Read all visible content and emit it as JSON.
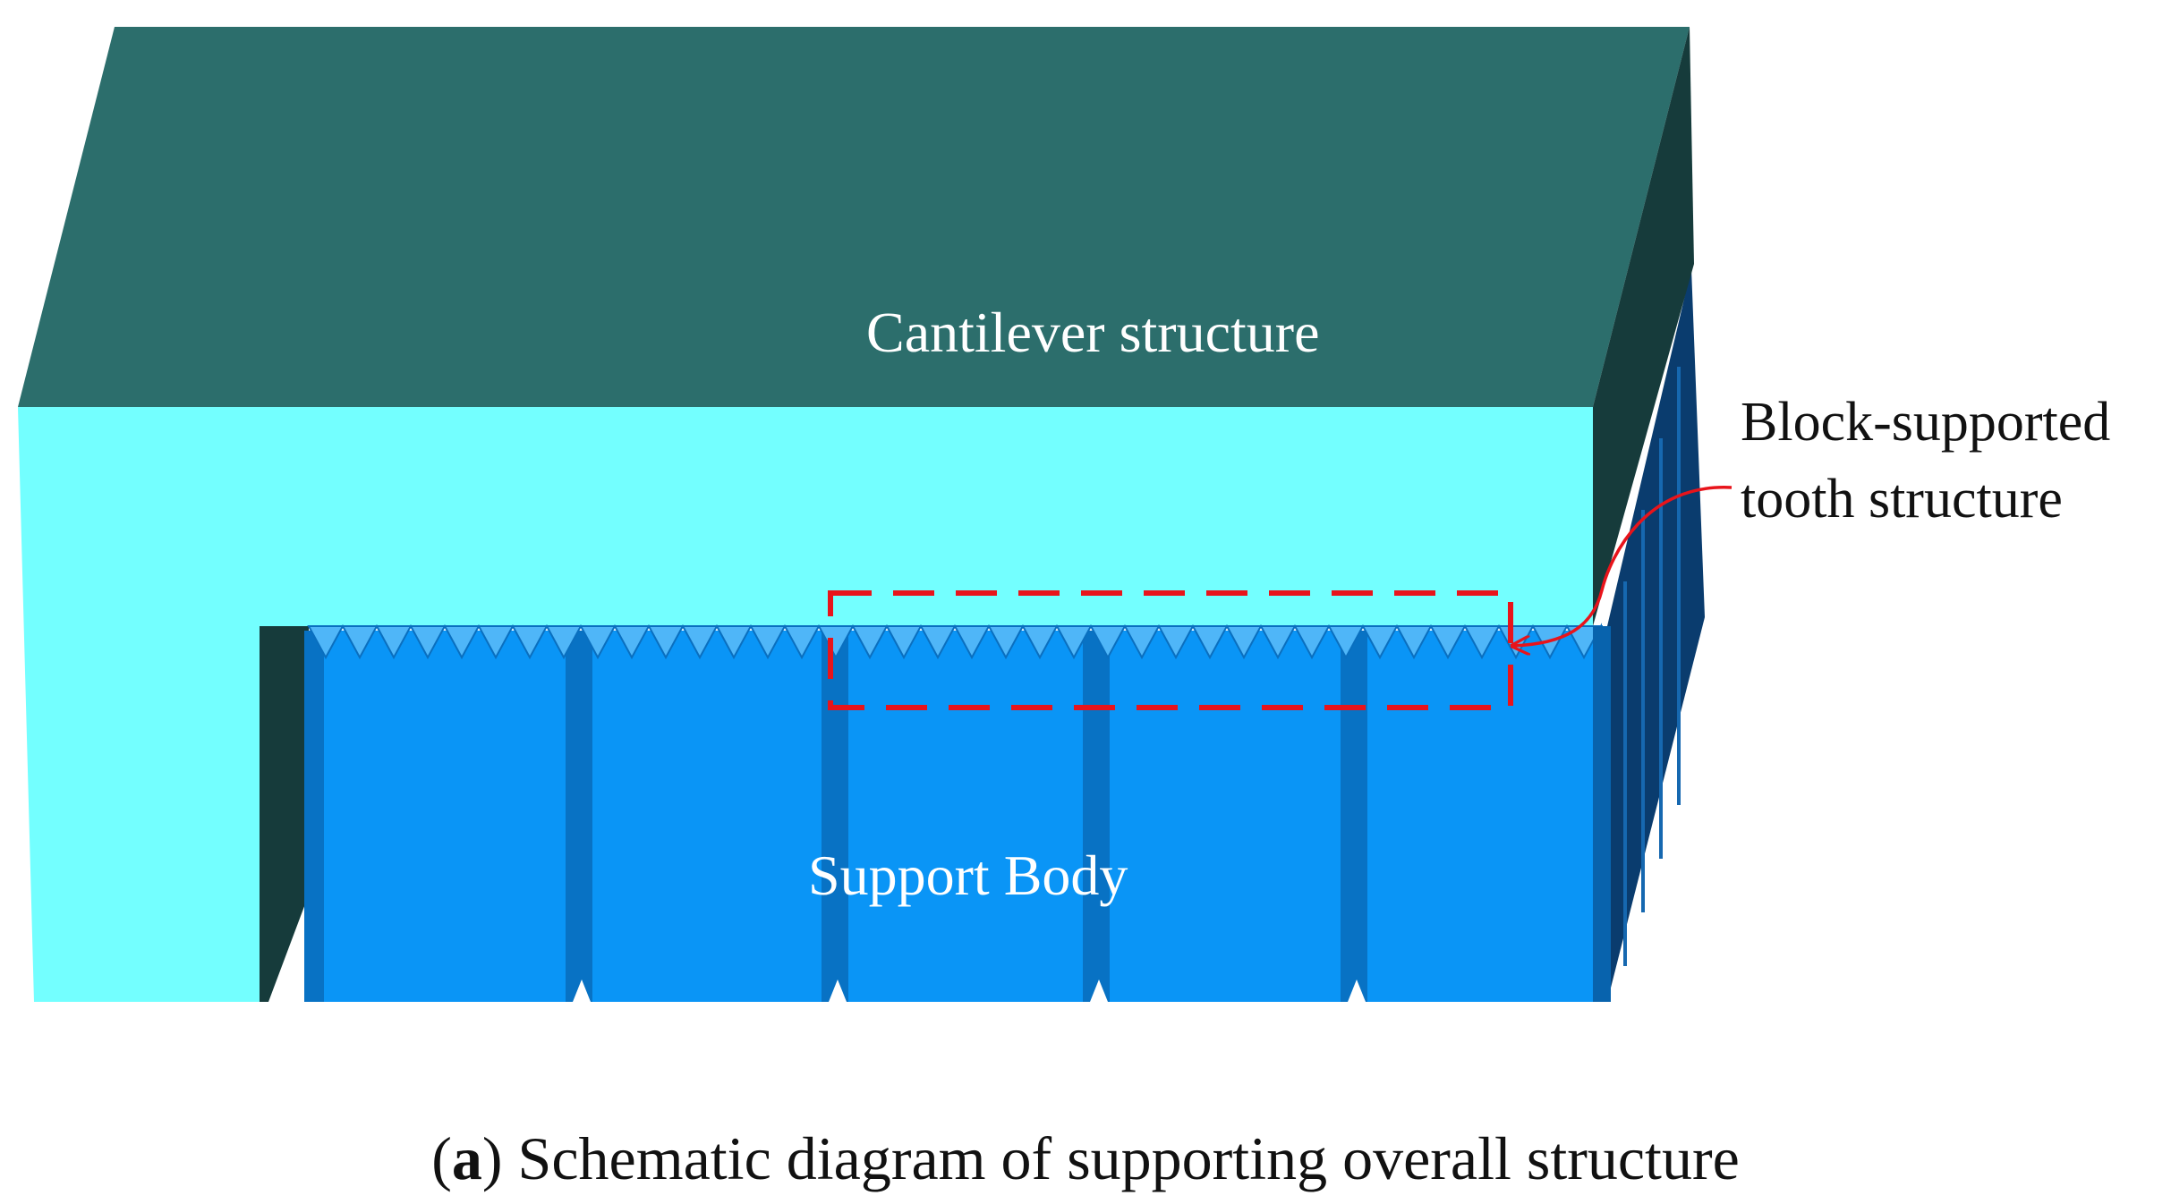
{
  "labels": {
    "cantilever": "Cantilever structure",
    "support_body": "Support Body",
    "callout_line1": "Block-supported",
    "callout_line2": "tooth structure"
  },
  "caption": {
    "letter": "a",
    "text": " Schematic diagram of supporting overall structure"
  },
  "colors": {
    "cantilever_top": "#2c6e6c",
    "cantilever_front": "#73ffff",
    "cantilever_side": "#163b3b",
    "support_front": "#0a95f6",
    "support_groove": "#0872c4",
    "support_side": "#0a3c6e",
    "highlight": "#e8141b"
  }
}
